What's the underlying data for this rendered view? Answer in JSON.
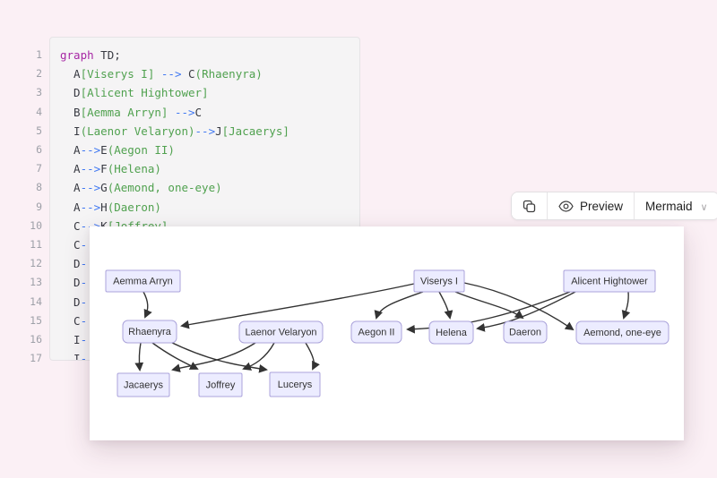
{
  "colors": {
    "page_background": "#fbf0f5",
    "code_panel_background": "#f5f4f5",
    "node_fill": "#ECECFF",
    "node_border": "#aba3db",
    "edge": "#333333",
    "syntax_keyword": "#a626a4",
    "syntax_string": "#50a14f",
    "syntax_operator": "#4078f2"
  },
  "code_editor": {
    "lines": [
      {
        "no": "1",
        "tokens": [
          {
            "t": "graph",
            "c": "kw"
          },
          {
            "t": " TD;",
            "c": "p"
          }
        ]
      },
      {
        "no": "2",
        "tokens": [
          {
            "t": "  A",
            "c": "p"
          },
          {
            "t": "[Viserys I]",
            "c": "s"
          },
          {
            "t": " ",
            "c": "p"
          },
          {
            "t": "-->",
            "c": "o"
          },
          {
            "t": " C",
            "c": "p"
          },
          {
            "t": "(Rhaenyra)",
            "c": "s"
          }
        ]
      },
      {
        "no": "3",
        "tokens": [
          {
            "t": "  D",
            "c": "p"
          },
          {
            "t": "[Alicent Hightower]",
            "c": "s"
          }
        ]
      },
      {
        "no": "4",
        "tokens": [
          {
            "t": "  B",
            "c": "p"
          },
          {
            "t": "[Aemma Arryn]",
            "c": "s"
          },
          {
            "t": " ",
            "c": "p"
          },
          {
            "t": "-->",
            "c": "o"
          },
          {
            "t": "C",
            "c": "p"
          }
        ]
      },
      {
        "no": "5",
        "tokens": [
          {
            "t": "  I",
            "c": "p"
          },
          {
            "t": "(Laenor Velaryon)",
            "c": "s"
          },
          {
            "t": "-->",
            "c": "o"
          },
          {
            "t": "J",
            "c": "p"
          },
          {
            "t": "[Jacaerys]",
            "c": "s"
          }
        ]
      },
      {
        "no": "6",
        "tokens": [
          {
            "t": "  A",
            "c": "p"
          },
          {
            "t": "-->",
            "c": "o"
          },
          {
            "t": "E",
            "c": "p"
          },
          {
            "t": "(Aegon II)",
            "c": "s"
          }
        ]
      },
      {
        "no": "7",
        "tokens": [
          {
            "t": "  A",
            "c": "p"
          },
          {
            "t": "-->",
            "c": "o"
          },
          {
            "t": "F",
            "c": "p"
          },
          {
            "t": "(Helena)",
            "c": "s"
          }
        ]
      },
      {
        "no": "8",
        "tokens": [
          {
            "t": "  A",
            "c": "p"
          },
          {
            "t": "-->",
            "c": "o"
          },
          {
            "t": "G",
            "c": "p"
          },
          {
            "t": "(Aemond, one-eye)",
            "c": "s"
          }
        ]
      },
      {
        "no": "9",
        "tokens": [
          {
            "t": "  A",
            "c": "p"
          },
          {
            "t": "-->",
            "c": "o"
          },
          {
            "t": "H",
            "c": "p"
          },
          {
            "t": "(Daeron)",
            "c": "s"
          }
        ]
      },
      {
        "no": "10",
        "tokens": [
          {
            "t": "  C",
            "c": "p"
          },
          {
            "t": "-->",
            "c": "o"
          },
          {
            "t": "K",
            "c": "p"
          },
          {
            "t": "[Joffrey]",
            "c": "s"
          }
        ]
      },
      {
        "no": "11",
        "tokens": [
          {
            "t": "  C",
            "c": "p"
          },
          {
            "t": "-",
            "c": "o"
          }
        ]
      },
      {
        "no": "12",
        "tokens": [
          {
            "t": "  D",
            "c": "p"
          },
          {
            "t": "-",
            "c": "o"
          }
        ]
      },
      {
        "no": "13",
        "tokens": [
          {
            "t": "  D",
            "c": "p"
          },
          {
            "t": "-",
            "c": "o"
          }
        ]
      },
      {
        "no": "14",
        "tokens": [
          {
            "t": "  D",
            "c": "p"
          },
          {
            "t": "-",
            "c": "o"
          }
        ]
      },
      {
        "no": "15",
        "tokens": [
          {
            "t": "  C",
            "c": "p"
          },
          {
            "t": "-",
            "c": "o"
          }
        ]
      },
      {
        "no": "16",
        "tokens": [
          {
            "t": "  I",
            "c": "p"
          },
          {
            "t": "-",
            "c": "o"
          }
        ]
      },
      {
        "no": "17",
        "tokens": [
          {
            "t": "  I",
            "c": "p"
          },
          {
            "t": "-",
            "c": "o"
          }
        ]
      }
    ]
  },
  "toolbar": {
    "copy_icon": "copy-icon",
    "preview_label": "Preview",
    "preview_icon": "eye-icon",
    "language_label": "Mermaid",
    "chevron": "∨"
  },
  "diagram": {
    "nodes": [
      {
        "id": "A",
        "label": "Viserys I",
        "shape": "rect"
      },
      {
        "id": "B",
        "label": "Aemma Arryn",
        "shape": "rect"
      },
      {
        "id": "C",
        "label": "Rhaenyra",
        "shape": "round"
      },
      {
        "id": "D",
        "label": "Alicent Hightower",
        "shape": "rect"
      },
      {
        "id": "E",
        "label": "Aegon II",
        "shape": "round"
      },
      {
        "id": "F",
        "label": "Helena",
        "shape": "round"
      },
      {
        "id": "G",
        "label": "Aemond, one-eye",
        "shape": "round"
      },
      {
        "id": "H",
        "label": "Daeron",
        "shape": "round"
      },
      {
        "id": "I",
        "label": "Laenor Velaryon",
        "shape": "round"
      },
      {
        "id": "J",
        "label": "Jacaerys",
        "shape": "rect"
      },
      {
        "id": "K",
        "label": "Joffrey",
        "shape": "rect"
      },
      {
        "id": "L",
        "label": "Lucerys",
        "shape": "rect"
      }
    ],
    "edges": [
      {
        "from": "A",
        "to": "C"
      },
      {
        "from": "B",
        "to": "C"
      },
      {
        "from": "I",
        "to": "J"
      },
      {
        "from": "A",
        "to": "E"
      },
      {
        "from": "A",
        "to": "F"
      },
      {
        "from": "A",
        "to": "G"
      },
      {
        "from": "A",
        "to": "H"
      },
      {
        "from": "C",
        "to": "K"
      },
      {
        "from": "C",
        "to": "J"
      },
      {
        "from": "C",
        "to": "L"
      },
      {
        "from": "D",
        "to": "E"
      },
      {
        "from": "D",
        "to": "F"
      },
      {
        "from": "D",
        "to": "G"
      },
      {
        "from": "I",
        "to": "K"
      },
      {
        "from": "I",
        "to": "L"
      }
    ]
  }
}
